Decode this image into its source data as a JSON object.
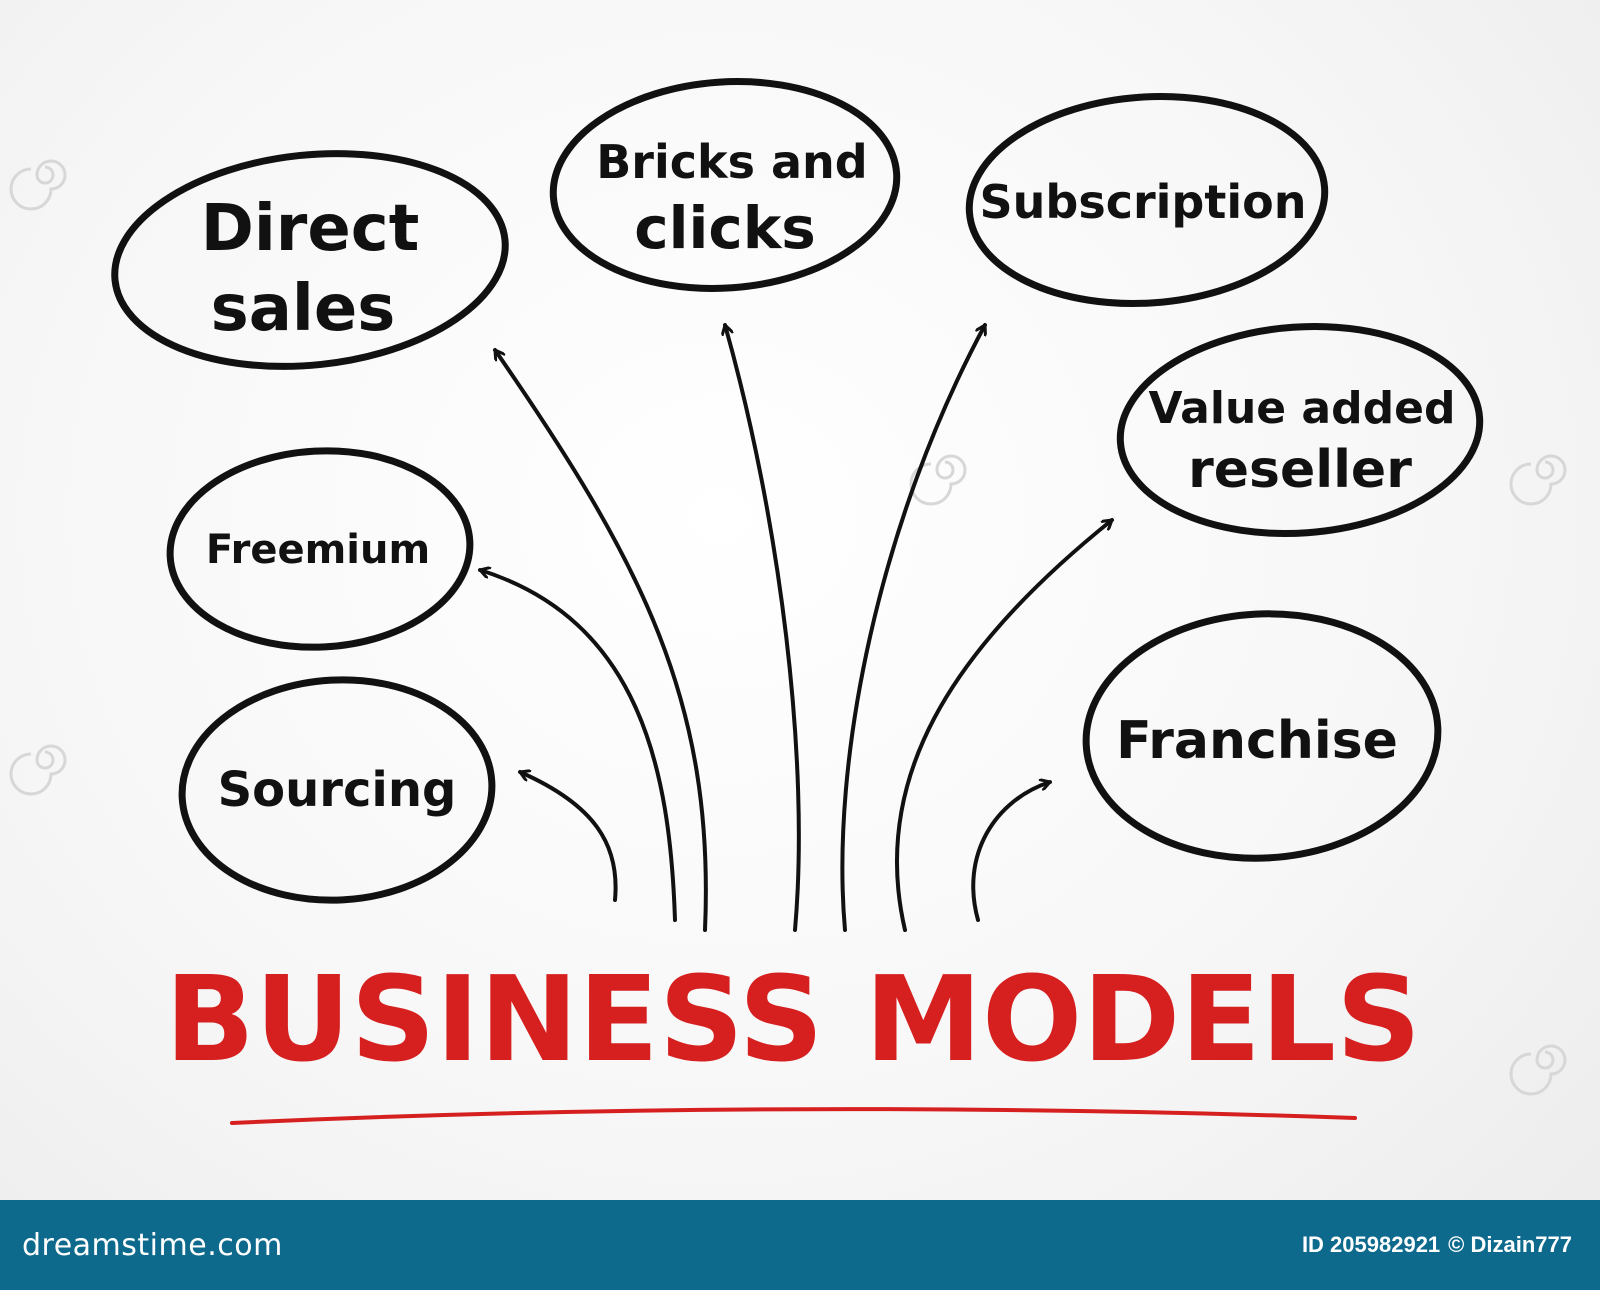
{
  "title": "BUSINESS MODELS",
  "nodes": [
    {
      "id": "direct-sales",
      "lines": [
        "Direct",
        "sales"
      ]
    },
    {
      "id": "bricks-and-clicks",
      "lines": [
        "Bricks and",
        "clicks"
      ]
    },
    {
      "id": "subscription",
      "lines": [
        "Subscription"
      ]
    },
    {
      "id": "value-added-reseller",
      "lines": [
        "Value added",
        "reseller"
      ]
    },
    {
      "id": "freemium",
      "lines": [
        "Freemium"
      ]
    },
    {
      "id": "franchise",
      "lines": [
        "Franchise"
      ]
    },
    {
      "id": "sourcing",
      "lines": [
        "Sourcing"
      ]
    }
  ],
  "footer": {
    "logo": "dreamstime.com",
    "image_id": "ID 205982921",
    "author": "© Dizain777"
  },
  "colors": {
    "ink": "#111111",
    "title": "#d62020",
    "footer_bg": "#0d6a8c",
    "footer_text": "#ffffff"
  }
}
